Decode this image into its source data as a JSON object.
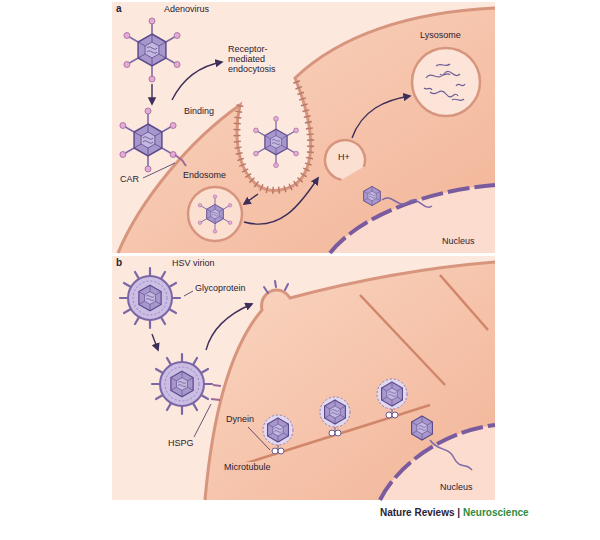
{
  "diagram": {
    "labels": [
      "a",
      "Adenovirus",
      "Receptor-mediated endocytosis",
      "Lysosome",
      "Binding",
      "CAR",
      "Endosome",
      "H+",
      "Nucleus",
      "b",
      "HSV virion",
      "Glycoprotein",
      "HSPG",
      "Dynein",
      "Microtubule",
      "Nucleus",
      "Nature Reviews |",
      "Neuroscience"
    ]
  }
}
